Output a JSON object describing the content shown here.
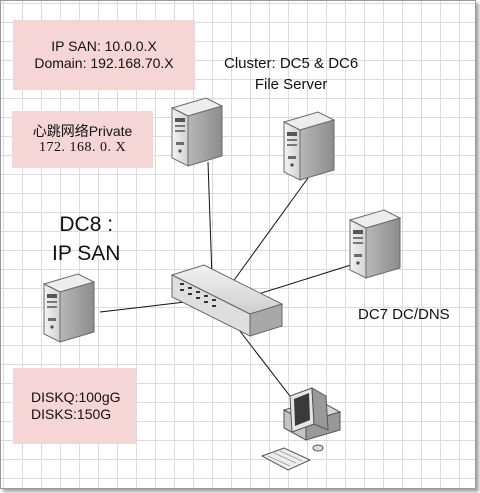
{
  "notes": {
    "ip_san": "IP SAN: 10.0.0.X",
    "domain": "Domain: 192.168.70.X",
    "private_label": "心跳网络Private",
    "private_ip": "172. 168. 0. X",
    "diskq": "DISKQ:100gG",
    "disks": "DISKS:150G"
  },
  "labels": {
    "cluster_line1": "Cluster: DC5 & DC6",
    "cluster_line2": "File Server",
    "dc8_line1": "DC8 :",
    "dc8_line2": "IP SAN",
    "dc7": "DC7 DC/DNS"
  },
  "nodes": [
    {
      "id": "dc5",
      "icon": "tower-server-icon"
    },
    {
      "id": "dc6",
      "icon": "tower-server-icon"
    },
    {
      "id": "dc7",
      "icon": "tower-server-icon"
    },
    {
      "id": "dc8",
      "icon": "tower-server-icon"
    },
    {
      "id": "switch",
      "icon": "network-switch-icon"
    },
    {
      "id": "workstation",
      "icon": "workstation-icon"
    }
  ],
  "colors": {
    "note_background": "#f6d5d6",
    "grid": "#dcdcdc"
  }
}
